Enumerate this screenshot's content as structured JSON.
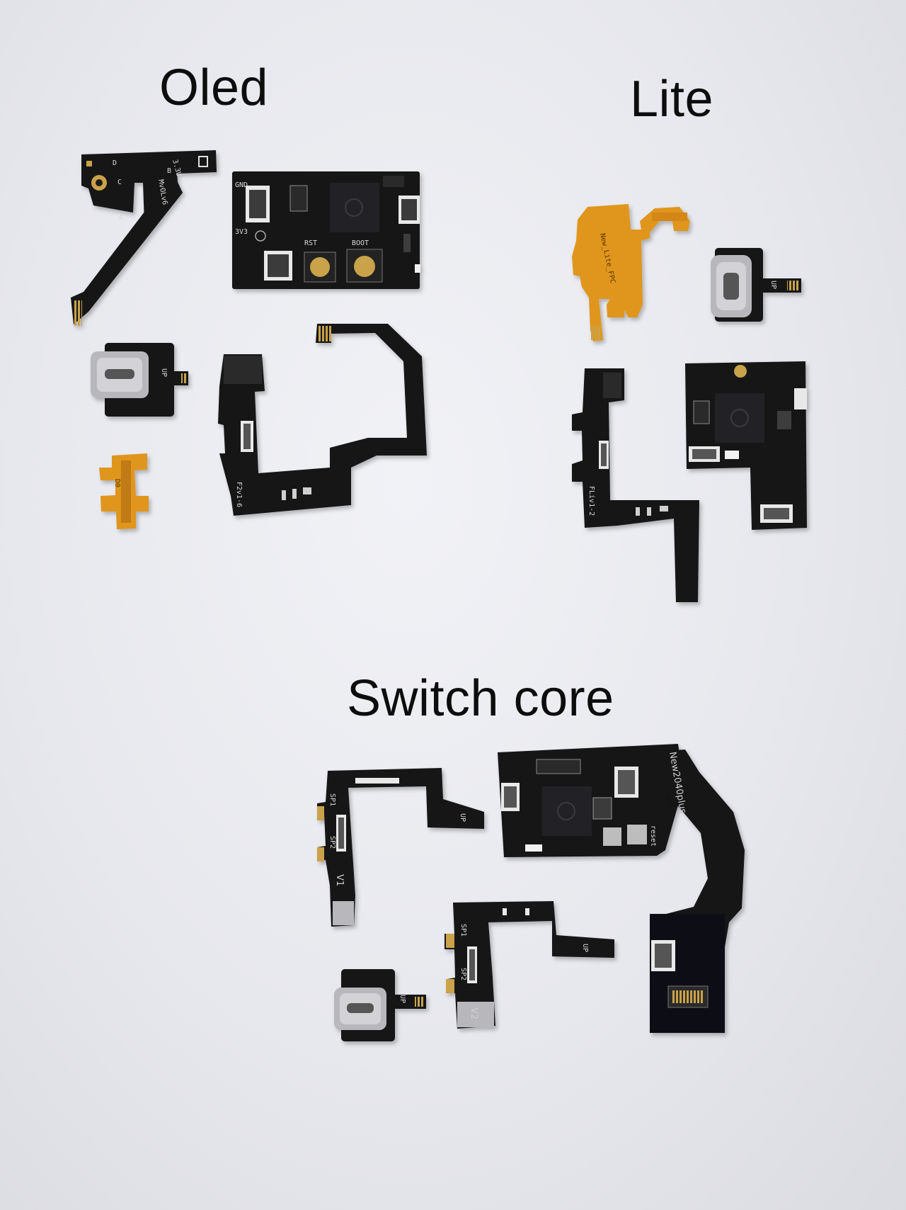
{
  "groups": {
    "oled": {
      "title": "Oled"
    },
    "lite": {
      "title": "Lite"
    },
    "core": {
      "title": "Switch core"
    }
  },
  "labels": {
    "oled_fpc": "MvOLv6",
    "oled_pad_33": "3.3U",
    "oled_pad_b": "B",
    "oled_pad_c": "C",
    "oled_pad_d": "D",
    "oled_pad_a": "A",
    "oled_board_gnd": "GND",
    "oled_board_3v3": "3V3",
    "oled_board_rst": "RST",
    "oled_board_boot": "BOOT",
    "oled_cable": "F2v1-6",
    "oled_small_flex": "D0",
    "usbc_up": "UP",
    "lite_fpc": "New_Lite_FPC",
    "lite_cable": "FLiv1-2",
    "core_board": "New2040plus",
    "core_board_reset": "reset",
    "core_sp1": "SP1",
    "core_sp2": "SP2",
    "core_up": "UP",
    "core_v1": "V1",
    "core_v2": "V2"
  },
  "colors": {
    "pcb": "#141416",
    "flex_orange": "#e0961e",
    "gold": "#c9a24a",
    "background": "#e8e9ee"
  }
}
